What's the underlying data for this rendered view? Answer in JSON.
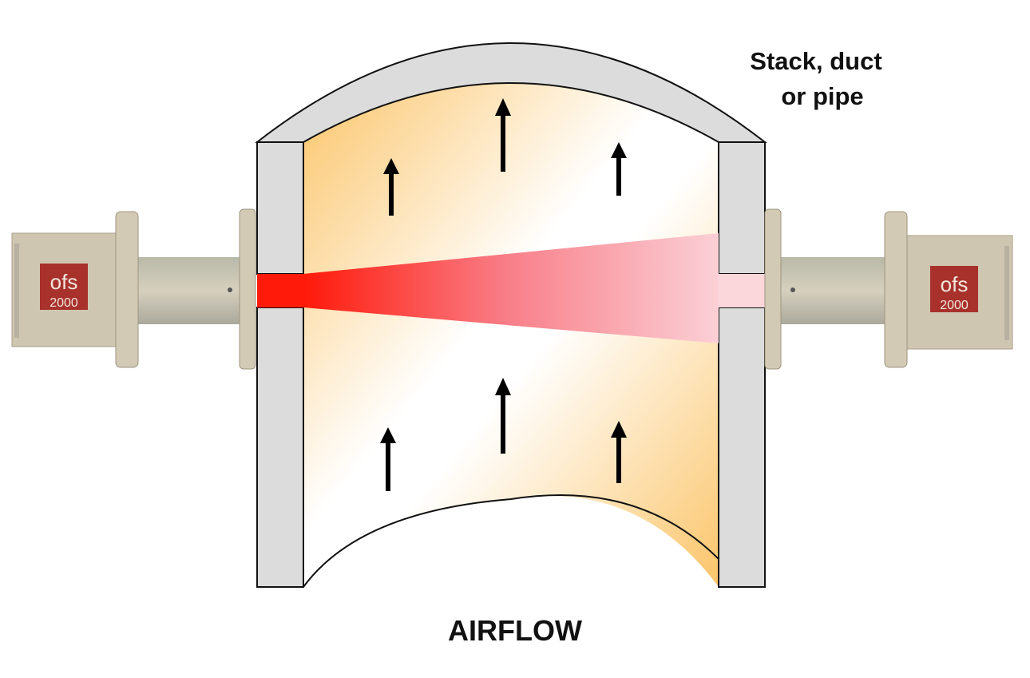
{
  "labels": {
    "stack_line1": "Stack, duct",
    "stack_line2": "or pipe",
    "airflow": "AIRFLOW"
  },
  "devices": {
    "left": {
      "logo_top": "ofs",
      "logo_bottom": "2000"
    },
    "right": {
      "logo_top": "ofs",
      "logo_bottom": "2000"
    }
  },
  "colors": {
    "wall": "#dcdcdc",
    "beam": "#ff1a1a",
    "warm": "#fbc56a",
    "device": "#cdc3ad",
    "logo": "#a8312c"
  },
  "icons": {
    "flow_arrow": "arrow-up-icon"
  }
}
